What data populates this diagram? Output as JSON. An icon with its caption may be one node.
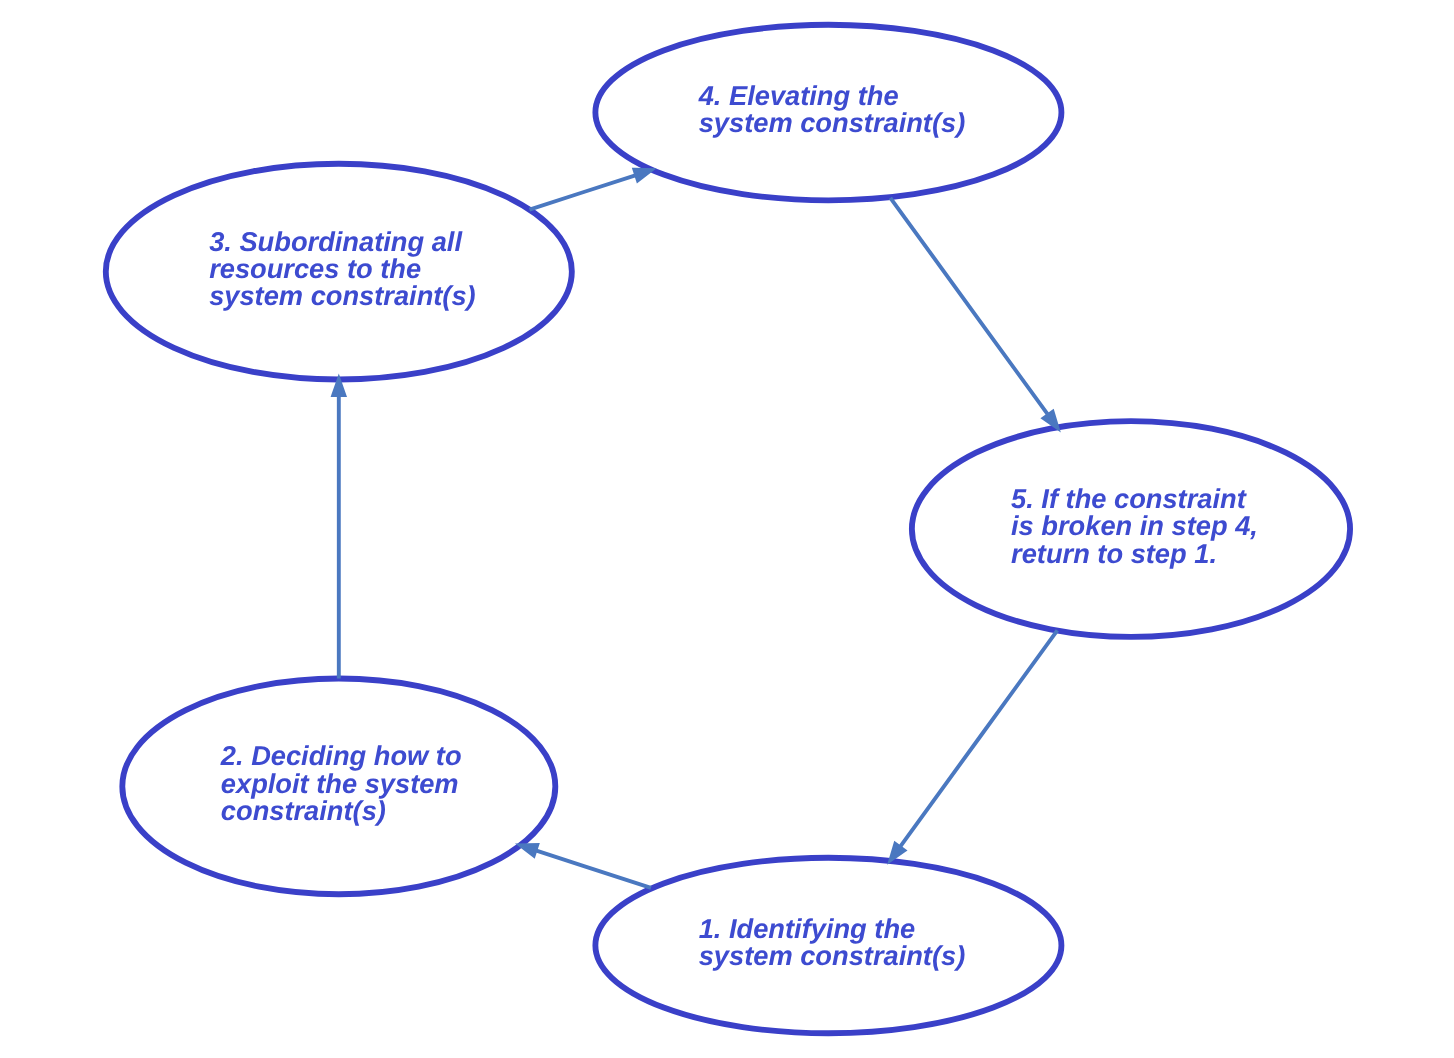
{
  "diagram": {
    "nodes": [
      {
        "text": [
          "1. Identifying the system constraint(s)"
        ]
      },
      {
        "text": [
          "2. Deciding how to exploit the system constraint(s)"
        ]
      },
      {
        "text": [
          "3. Subordinating all resources to the system constraint(s)"
        ]
      },
      {
        "text": [
          "4. Elevating the system constraint(s)"
        ]
      },
      {
        "text": [
          "5. If the constraint is broken in step 4, return to step 1."
        ]
      }
    ],
    "edges": [
      {
        "from": 0,
        "to": 1,
        "arrow": "to"
      },
      {
        "from": 1,
        "to": 2,
        "arrow": "to"
      },
      {
        "from": 2,
        "to": 3,
        "arrow": "to"
      },
      {
        "from": 3,
        "to": 4,
        "arrow": "to"
      },
      {
        "from": 4,
        "to": 0,
        "arrow": "to"
      }
    ]
  }
}
